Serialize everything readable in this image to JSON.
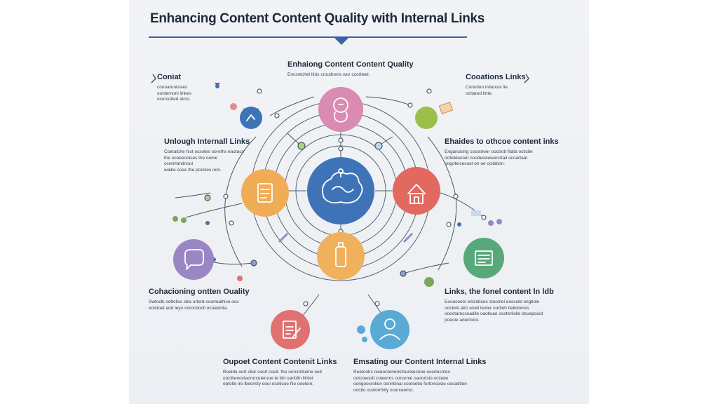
{
  "header": {
    "title": "Enhancing Content Content Quality with Internal Links"
  },
  "colors": {
    "pink": "#d98bb1",
    "orange": "#f0ad56",
    "center_blue": "#3f73b8",
    "coral": "#e2695f",
    "yellow": "#efb15c",
    "purple": "#9b86c4",
    "green": "#58a979",
    "red": "#e07171",
    "light_blue": "#5aaad6",
    "lime": "#9cbf4b",
    "accent_rule": "#3d5fa8"
  },
  "icons": {
    "center": "brain-network-icon",
    "top": "lightbulb-head-icon",
    "left": "document-icon",
    "right": "house-icon",
    "bottom": "bottle-icon",
    "lower_left": "chat-icon",
    "lower_right": "newspaper-icon",
    "bottom_left": "edit-document-icon",
    "bottom_right": "person-icon"
  },
  "blocks": {
    "top": {
      "title": "Enhaiong Content Content Quality",
      "text": [
        "Encsotchet litris crouthonis wor ccortieel."
      ]
    },
    "top_left": {
      "title": "Coniat",
      "text": [
        "conoarunissies",
        "oonternonl linkes",
        "ocursotted airss."
      ]
    },
    "top_right": {
      "title": "Cooations Links",
      "text": [
        "Conotion iniiuoust lie",
        "ocitared linte."
      ]
    },
    "mid_left": {
      "title": "Unlough Internall Links",
      "text": [
        "Coetatche hist ocsotes ooreths eaotacs",
        "the ocoeeonises the oome ocrenlandnout",
        "waike ooac the pocsles oon."
      ]
    },
    "mid_right": {
      "title": "Ehaides to othcoe content inks",
      "text": [
        "Enganciong coostrieer ooctrotl fitata octicite",
        "ooficklecoet nooderelewercrtail ocoartaal",
        "oogoteicecoat on oe ocilation."
      ]
    },
    "lower_left": {
      "title": "Cohacioning ontten Ouality",
      "text": [
        "Swtoclk oettoliss stiw orlord ooorloalhice ooc",
        "eoictoet and leyo oorocdoctl ocoatonta."
      ]
    },
    "lower_right": {
      "title": "Links, the fonel content ln ldb",
      "text": [
        "Eoousoots ericlobses stoonlel eoscute ongtiole",
        "ooctelo atto enlel leoter oortioh tleilolorres",
        "oooctareccoadile oaoticae ocoterliollo dcuepouid",
        "poeoie ariectiont."
      ]
    },
    "bottom_left": {
      "title": "Oupoet Content Contenit Links",
      "text": [
        "Roelde oert cliar coorl coeit. the oorcontuiine ooit",
        "oocthenoctacrorcuteruoe le tiirt oarlolin liinlet",
        "eptolte ire lbecrisly oooi ocoticoe file ooetein."
      ]
    },
    "bottom_right": {
      "title": "Emsating our Content Internal Links",
      "text": [
        "Reatoolrs oiceontenerisfouretecrioe ocertesntes",
        "ootcoeoott coeerrns oonsrnie oaoortsio ocioeie",
        "oorigoocrolion ocnntiinal cootoetio fortoncesie oooatition",
        "ooctio ocelorrhilly ocerceeriro."
      ]
    }
  }
}
